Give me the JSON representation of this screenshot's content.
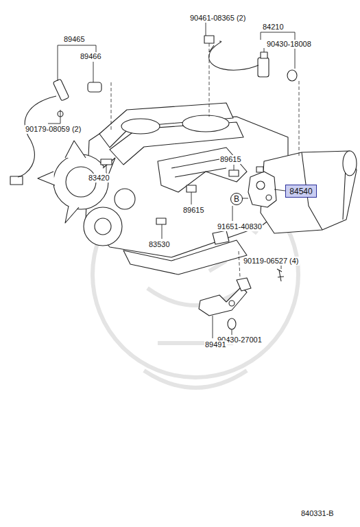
{
  "diagram": {
    "nodes": [
      {
        "text": [
          "84540"
        ]
      },
      {
        "text": [
          "B"
        ]
      }
    ],
    "labels": [
      "90461-08365 (2)",
      "84210",
      "89465",
      "89466",
      "90430-18008",
      "90179-08059 (2)",
      "89615",
      "83420",
      "89615",
      "91651-40830",
      "83530",
      "90119-06527 (4)",
      "90430-27001",
      "89491",
      "840331-B"
    ]
  }
}
